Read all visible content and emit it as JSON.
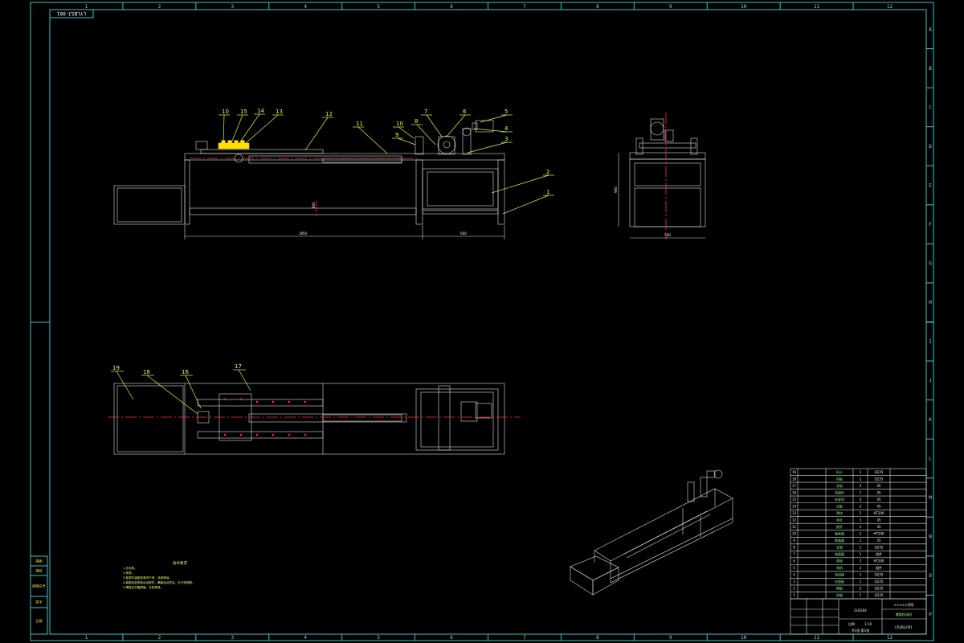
{
  "drawing": {
    "drawing_number": "LYLBSJ-001",
    "zone_numbers": [
      "1",
      "2",
      "3",
      "4",
      "5",
      "6",
      "7",
      "8",
      "9",
      "10",
      "11",
      "12"
    ],
    "zone_letters": [
      "A",
      "B",
      "C",
      "D",
      "E",
      "F",
      "G",
      "H",
      "I",
      "J",
      "K",
      "L",
      "M",
      "N",
      "O",
      "P"
    ],
    "balloons_front": [
      "10",
      "15",
      "14",
      "13",
      "12",
      "11",
      "10",
      "9",
      "8",
      "7",
      "6",
      "5",
      "4",
      "3",
      "2",
      "1"
    ],
    "balloons_top": [
      "19",
      "18",
      "16",
      "17"
    ],
    "dimensions": {
      "overall_length": "1850",
      "frame_length": "600",
      "height": "800",
      "side_height": "900",
      "side_width": "500"
    },
    "notes_title": "技术要求",
    "notes": [
      "1.去毛刺。",
      "2.喷漆。",
      "3.各零件装配前清洗干净，涂润滑油。",
      "4.装配后检查各运动部件，确保运动灵活，无卡死现象。",
      "5.焊接后打磨焊缝，去除焊渣。"
    ],
    "left_stamp": [
      "描图",
      "描校",
      "底图总号",
      "签字",
      "日期"
    ],
    "title_block": {
      "material": "SUS304",
      "school": "×××××学院",
      "product_name": "螺旋榨油机",
      "drawing_code": "LYLBSJ-001",
      "scale_label": "比例",
      "scale": "1:10",
      "sheet": "共1张 第1张"
    },
    "bom_rows": [
      {
        "no": "19",
        "name": "料斗",
        "qty": "1",
        "mat": "Q235"
      },
      {
        "no": "18",
        "name": "挡板",
        "qty": "1",
        "mat": "Q235"
      },
      {
        "no": "17",
        "name": "导轨",
        "qty": "2",
        "mat": "45"
      },
      {
        "no": "16",
        "name": "连接件",
        "qty": "1",
        "mat": "45"
      },
      {
        "no": "15",
        "name": "夹紧块",
        "qty": "4",
        "mat": "45"
      },
      {
        "no": "14",
        "name": "压板",
        "qty": "2",
        "mat": "45"
      },
      {
        "no": "13",
        "name": "滑块",
        "qty": "2",
        "mat": "HT200"
      },
      {
        "no": "12",
        "name": "丝杠",
        "qty": "1",
        "mat": "45"
      },
      {
        "no": "11",
        "name": "推杆",
        "qty": "1",
        "mat": "45"
      },
      {
        "no": "10",
        "name": "轴承座",
        "qty": "2",
        "mat": "HT200"
      },
      {
        "no": "9",
        "name": "联轴器",
        "qty": "1",
        "mat": "45"
      },
      {
        "no": "8",
        "name": "支架",
        "qty": "1",
        "mat": "Q235"
      },
      {
        "no": "7",
        "name": "减速器",
        "qty": "1",
        "mat": "组件"
      },
      {
        "no": "6",
        "name": "带轮",
        "qty": "2",
        "mat": "HT200"
      },
      {
        "no": "5",
        "name": "电机",
        "qty": "1",
        "mat": "组件"
      },
      {
        "no": "4",
        "name": "电机座",
        "qty": "1",
        "mat": "Q235"
      },
      {
        "no": "3",
        "name": "台面板",
        "qty": "1",
        "mat": "Q235"
      },
      {
        "no": "2",
        "name": "侧板",
        "qty": "2",
        "mat": "Q235"
      },
      {
        "no": "1",
        "name": "机架",
        "qty": "1",
        "mat": "Q235"
      }
    ]
  },
  "colors": {
    "background": "#000000",
    "border": "#38c6c6",
    "geometry": "#ffffff",
    "centerline": "#ff3030",
    "balloon": "#d8ff4a",
    "highlight": "#ffe000"
  }
}
